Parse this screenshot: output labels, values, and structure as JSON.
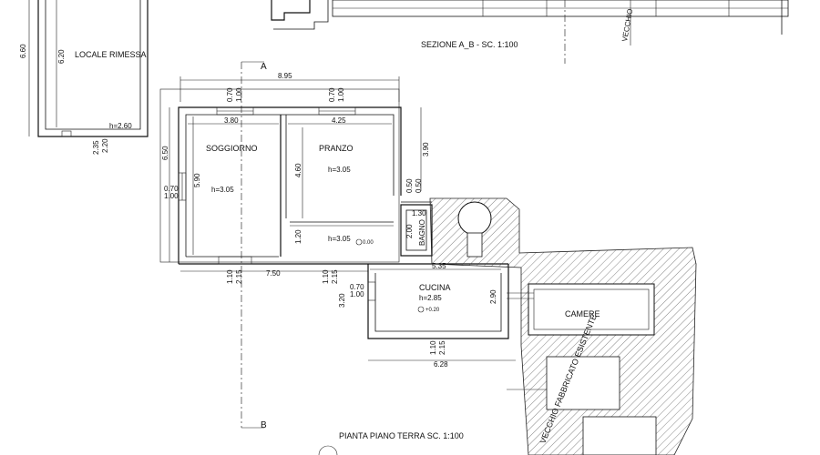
{
  "titles": {
    "section": "SEZIONE A_B - SC. 1:100",
    "plan": "PIANTA PIANO TERRA SC. 1:100"
  },
  "section_markers": {
    "a": "A",
    "b": "B"
  },
  "rooms": {
    "rimessa": "LOCALE RIMESSA",
    "soggiorno": "SOGGIORNO",
    "pranzo": "PRANZO",
    "bagno": "BAGNO",
    "cucina": "CUCINA",
    "camere": "CAMERE",
    "existing_building": "VECCHIO FABBRICATO ESISTENTE",
    "existing_top": "VECCHIO"
  },
  "heights": {
    "rimessa": "h=2.60",
    "soggiorno": "h=3.05",
    "pranzo": "h=3.05",
    "corridor": "h=3.05",
    "cucina": "h=2.85"
  },
  "levels": {
    "corridor": "0.00",
    "cucina": "+0.20"
  },
  "dims": {
    "total_width": "8.95",
    "soggiorno_width": "3.80",
    "pranzo_width": "4.25",
    "win_a_top": "0.70",
    "win_a_bot": "1.00",
    "win_b_top": "0.70",
    "win_b_bot": "1.00",
    "left_outer": "6.50",
    "left_inner": "5.90",
    "left_win_top": "0.70",
    "left_win_bot": "1.00",
    "pranzo_depth": "4.60",
    "right_depth": "3.90",
    "bagno_a": "0.50",
    "bagno_b": "0.50",
    "bagno_c": "1.30",
    "bagno_d": "2.00",
    "corridor_h": "1.20",
    "bottom_left_a": "1.10",
    "bottom_left_b": "2.15",
    "bottom_span": "7.50",
    "bottom_mid_a": "1.10",
    "bottom_mid_b": "2.15",
    "kitchen_width": "5.35",
    "kitchen_win_a": "0.70",
    "kitchen_win_b": "1.00",
    "kitchen_left": "3.20",
    "kitchen_right": "2.90",
    "kitchen_bot_a": "1.10",
    "kitchen_bot_b": "2.15",
    "kitchen_total": "6.28",
    "rimessa_outer": "6.60",
    "rimessa_inner": "6.20",
    "rimessa_door_a": "2.35",
    "rimessa_door_b": "2.20"
  }
}
